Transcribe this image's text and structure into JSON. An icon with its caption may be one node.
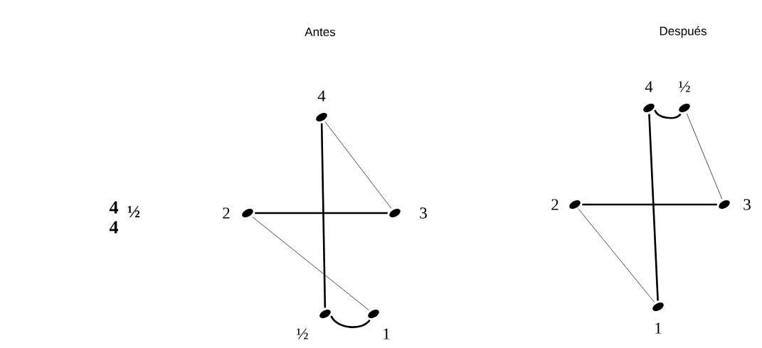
{
  "diagram": {
    "nodes": [
      {
        "text": [
          "4"
        ]
      },
      {
        "text": [
          "2"
        ]
      },
      {
        "text": [
          "3"
        ]
      },
      {
        "text": [
          "½"
        ]
      },
      {
        "text": [
          "1"
        ]
      },
      {
        "text": [
          "4"
        ]
      },
      {
        "text": [
          "½"
        ]
      },
      {
        "text": [
          "2"
        ]
      },
      {
        "text": [
          "3"
        ]
      },
      {
        "text": [
          "1"
        ]
      }
    ],
    "edges": [
      {
        "from": 0,
        "to": 3,
        "arrow": "none"
      },
      {
        "from": 1,
        "to": 2,
        "arrow": "none"
      },
      {
        "from": 0,
        "to": 2,
        "arrow": "none"
      },
      {
        "from": 1,
        "to": 4,
        "arrow": "none"
      },
      {
        "from": 3,
        "to": 4,
        "arrow": "none"
      },
      {
        "from": 5,
        "to": 9,
        "arrow": "none"
      },
      {
        "from": 7,
        "to": 8,
        "arrow": "none"
      },
      {
        "from": 6,
        "to": 8,
        "arrow": "none"
      },
      {
        "from": 7,
        "to": 9,
        "arrow": "none"
      },
      {
        "from": 5,
        "to": 6,
        "arrow": "none"
      }
    ],
    "labels": [
      "Antes",
      "Después",
      "4",
      "4",
      "½"
    ]
  }
}
